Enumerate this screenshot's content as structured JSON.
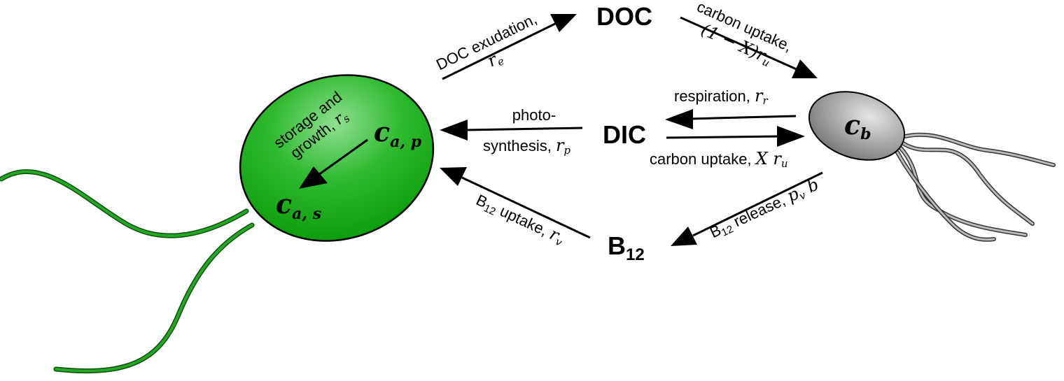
{
  "colors": {
    "alga_fill": "#22b022",
    "alga_dark": "#0a9d0a",
    "bacterium_fill": "#a6a6a6",
    "flagellum_green": "#1a9a1a",
    "flagellum_gray": "#777777",
    "arrow": "#000000"
  },
  "nodes": {
    "doc": "DOC",
    "dic": "DIC",
    "b12_base": "B",
    "b12_sub": "12"
  },
  "alga": {
    "label_p_main": "c",
    "label_p_sub": "a, p",
    "label_s_main": "c",
    "label_s_sub": "a, s",
    "storage_line1": "storage and",
    "storage_line2_text": "growth, ",
    "storage_line2_var": "r",
    "storage_line2_sub": "s"
  },
  "bacterium": {
    "label_main": "c",
    "label_sub": "b"
  },
  "fluxes": {
    "exudation_line1": "DOC exudation,",
    "exudation_var": "r",
    "exudation_sub": "e",
    "carbon_uptake_doc_line1": "carbon uptake,",
    "carbon_uptake_doc_expr": "(1 − X)r",
    "carbon_uptake_doc_sub": "u",
    "respiration_text": "respiration, ",
    "respiration_var": "r",
    "respiration_sub": "r",
    "photo_line1": "photo-",
    "photo_line2_text": "synthesis, ",
    "photo_var": "r",
    "photo_sub": "p",
    "carbon_uptake_dic_text": "carbon uptake, ",
    "carbon_uptake_dic_var": "X r",
    "carbon_uptake_dic_sub": "u",
    "b12_release_base": "B",
    "b12_release_sub": "12",
    "b12_release_text": " release, ",
    "b12_release_var": "p",
    "b12_release_var_sub": "v",
    "b12_release_tail": " b",
    "b12_uptake_base": "B",
    "b12_uptake_sub": "12",
    "b12_uptake_text": " uptake, ",
    "b12_uptake_var": "r",
    "b12_uptake_var_sub": "v"
  }
}
